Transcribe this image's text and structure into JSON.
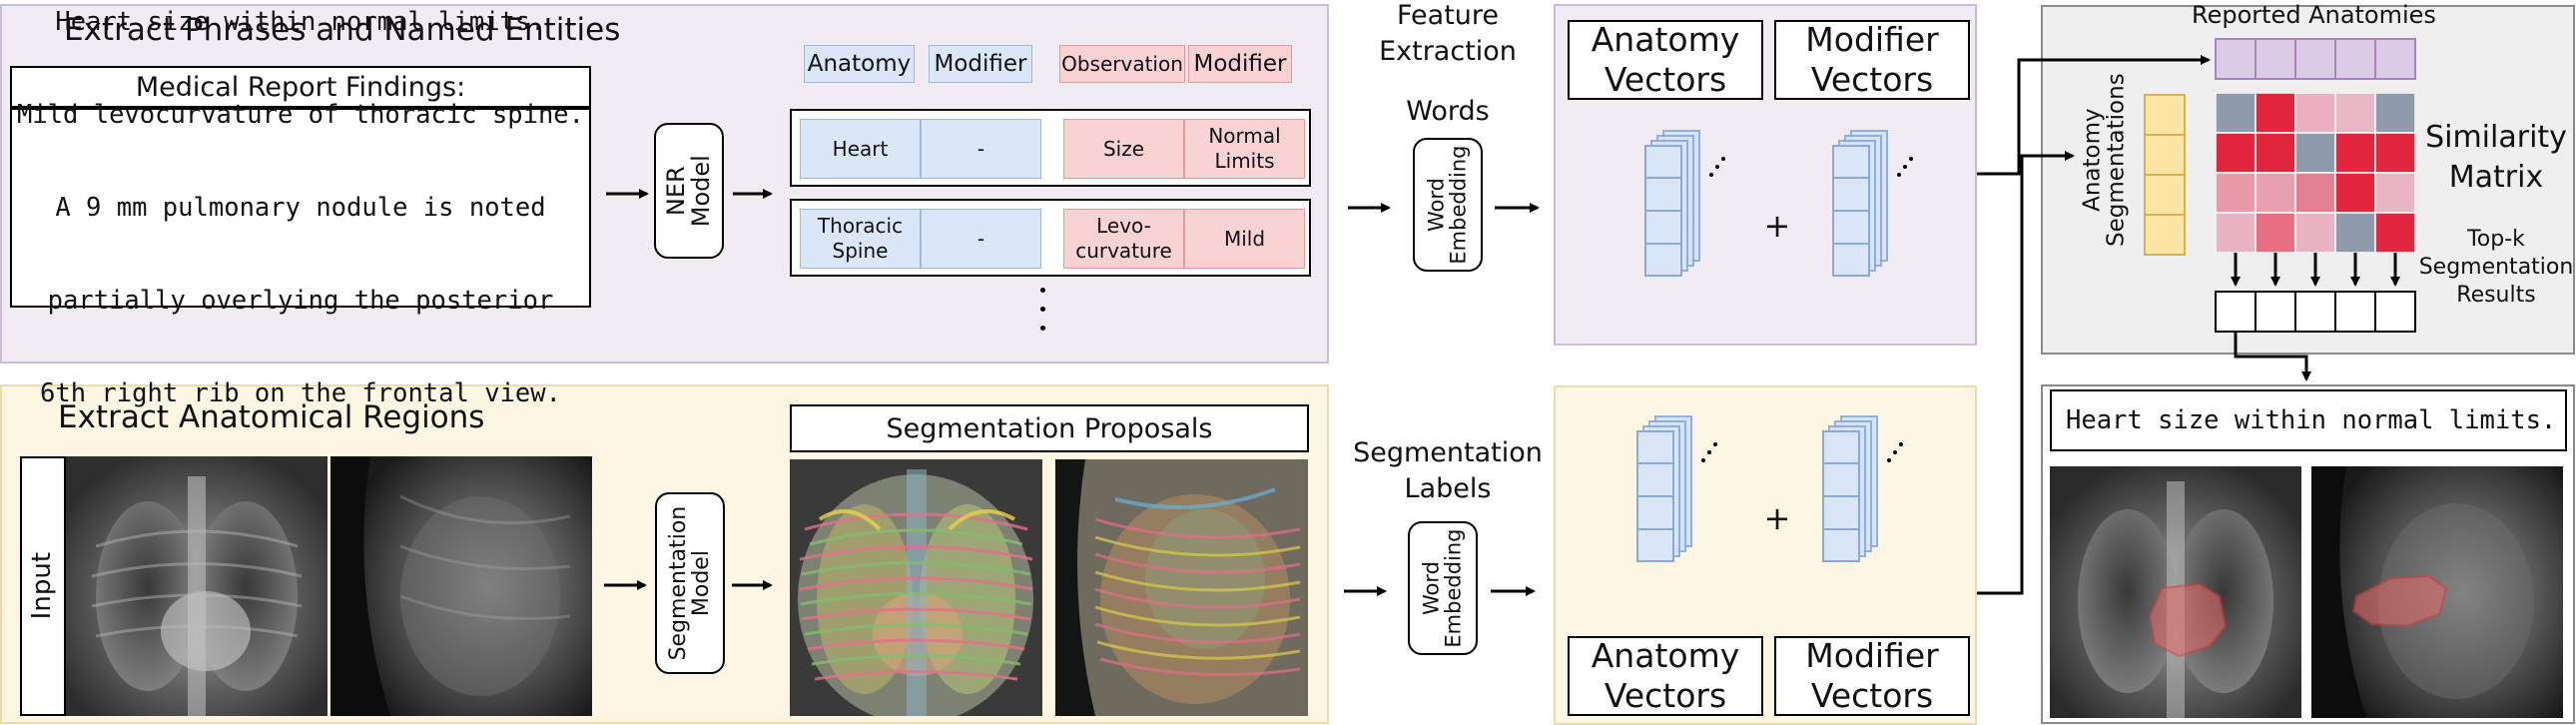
{
  "ner": {
    "title": "Extract Phrases and Named Entities",
    "report_header": "Medical Report Findings:",
    "report_lines": [
      "Heart size within normal limits.",
      "Mild levocurvature of thoracic spine.",
      "A 9 mm pulmonary nodule is noted",
      "partially overlying the posterior",
      "6th right rib on the frontal view."
    ],
    "model_label": "NER\nModel",
    "legend": [
      "Anatomy",
      "Modifier",
      "Observation",
      "Modifier"
    ],
    "rows": [
      {
        "anatomy": "Heart",
        "modifier": "-",
        "observation": "Size",
        "obs_modifier": "Normal\nLimits"
      },
      {
        "anatomy": "Thoracic\nSpine",
        "modifier": "-",
        "observation": "Levo-\ncurvature",
        "obs_modifier": "Mild"
      }
    ]
  },
  "seg": {
    "title": "Extract Anatomical Regions",
    "input_label": "Input",
    "model_label": "Segmentation\nModel",
    "proposals_label": "Segmentation Proposals"
  },
  "feature": {
    "title": "Feature\nExtraction",
    "words_label": "Words",
    "seg_labels_label": "Segmentation\nLabels",
    "embedding_label": "Word\nEmbedding",
    "plus": "+",
    "top_boxes": [
      "Anatomy\nVectors",
      "Modifier\nVectors"
    ],
    "bottom_boxes": [
      "Anatomy\nVectors",
      "Modifier\nVectors"
    ]
  },
  "similarity": {
    "reported_anatomies": "Reported Anatomies",
    "anatomy_segmentations": "Anatomy\nSegmentations",
    "matrix_label": "Similarity\nMatrix",
    "topk_label": "Top-k\nSegmentation\nResults",
    "matrix_colors": [
      [
        "#8f9bab",
        "#e2263d",
        "#eab0bf",
        "#e8b7c6",
        "#8f9bab"
      ],
      [
        "#e2263d",
        "#e2263d",
        "#8f9bab",
        "#e2263d",
        "#e2263d"
      ],
      [
        "#e89aa9",
        "#e6a0b0",
        "#e37f92",
        "#e2263d",
        "#e9b5c4"
      ],
      [
        "#e8b4c2",
        "#e66f83",
        "#e8b4c2",
        "#8f9bab",
        "#e2263d"
      ]
    ]
  },
  "result": {
    "sentence": "Heart size within normal limits."
  },
  "colors": {
    "purple_panel": "#f1ebf4",
    "yellow_panel": "#fdf6e3",
    "anatomy_blue": "#dae7f8",
    "observation_red": "#f9d3d3",
    "vector_blue": "#d5e4f7",
    "mask_red": "#e86a6a"
  }
}
